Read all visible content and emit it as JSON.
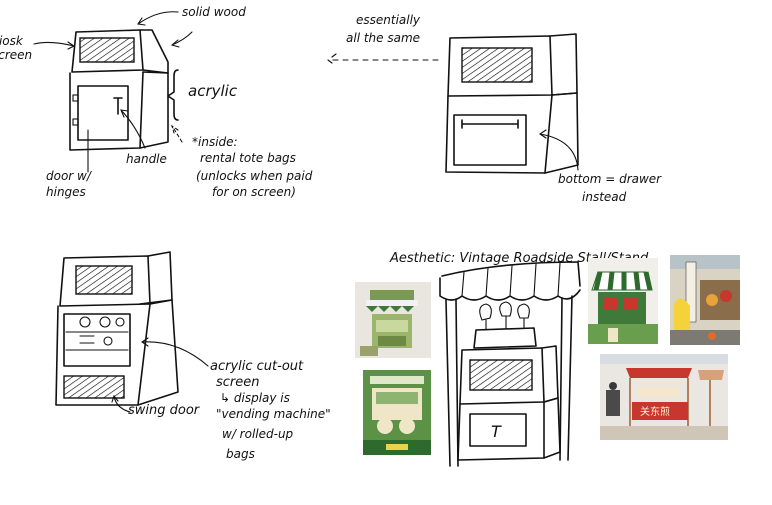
{
  "sketch1": {
    "kiosk_screen": [
      "kiosk",
      "screen"
    ],
    "solid_wood": "solid wood",
    "acrylic": "acrylic",
    "door": [
      "door w/",
      "hinges"
    ],
    "handle": "handle",
    "inside": [
      "*inside:",
      "rental tote bags",
      "(unlocks when paid",
      "for on screen)"
    ]
  },
  "sketch2": {
    "same": [
      "essentially",
      "all the same"
    ],
    "bottom": [
      "bottom = drawer",
      "instead"
    ]
  },
  "sketch3": {
    "cutout": [
      "acrylic cut-out",
      "screen"
    ],
    "display": [
      "↳ display is",
      "\"vending machine\"",
      "w/ rolled-up",
      "bags"
    ],
    "swing_door": "swing door"
  },
  "sketch4": {
    "aesthetic": "Aesthetic: Vintage   Roadside  Stall/Stand",
    "handle_mark": "T"
  },
  "photos": {
    "photo_5_sign": "关东煎"
  },
  "colors": {
    "ink": "#111111",
    "stall_green": "#3f7a3a",
    "stall_red": "#c8372d",
    "cream": "#efe6c8"
  }
}
